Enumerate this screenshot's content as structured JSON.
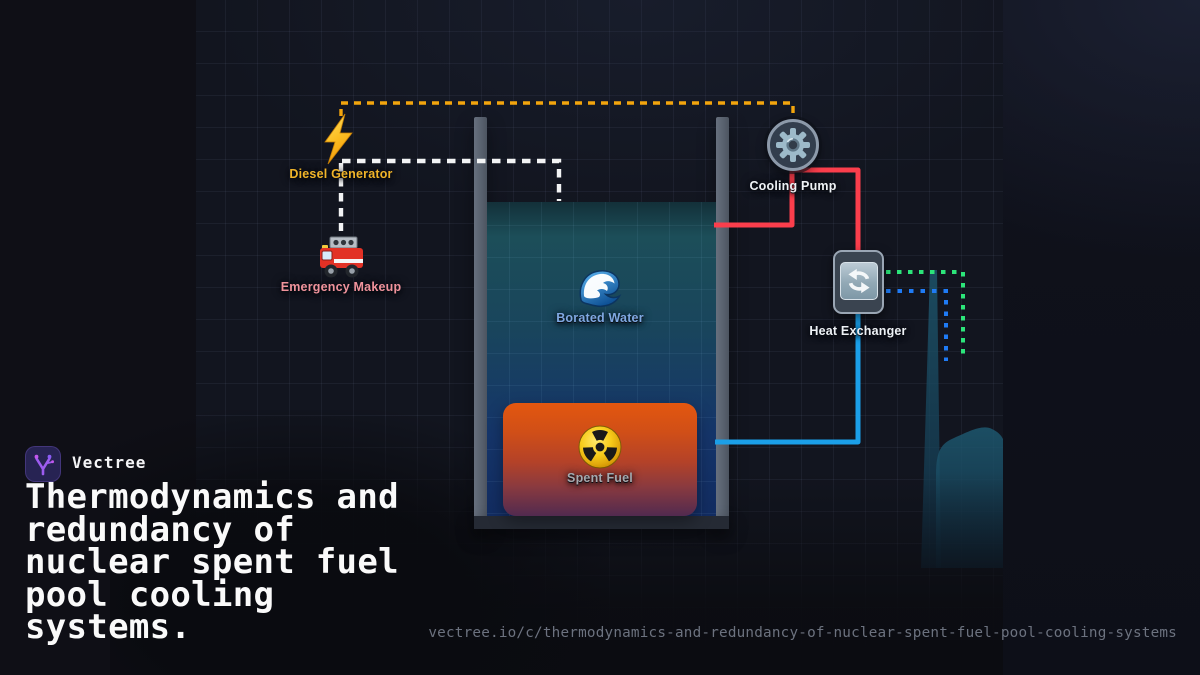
{
  "brand": {
    "name": "Vectree",
    "logo_bg": "#272353",
    "logo_glyph_color": "#9d5cf0"
  },
  "title": {
    "text": "Thermodynamics and redundancy of nuclear spent fuel pool cooling systems.",
    "lines": [
      "Thermodynamics and",
      "redundancy of",
      "nuclear spent fuel",
      "pool cooling",
      "systems."
    ]
  },
  "footer_url": "vectree.io/c/thermodynamics-and-redundancy-of-nuclear-spent-fuel-pool-cooling-systems",
  "diagram": {
    "nodes": [
      {
        "id": "diesel-generator",
        "label": "Diesel Generator",
        "icon": "lightning-bolt-icon",
        "label_color": "#f0b429"
      },
      {
        "id": "emergency-makeup",
        "label": "Emergency Makeup",
        "icon": "fire-truck-icon",
        "label_color": "#f0939c"
      },
      {
        "id": "cooling-pump",
        "label": "Cooling Pump",
        "icon": "gear-icon",
        "label_color": "#eef2f6"
      },
      {
        "id": "heat-exchanger",
        "label": "Heat Exchanger",
        "icon": "recycle-arrows-icon",
        "label_color": "#eef2f6"
      },
      {
        "id": "borated-water",
        "label": "Borated Water",
        "icon": "water-wave-icon",
        "label_color": "#80a9e3"
      },
      {
        "id": "spent-fuel",
        "label": "Spent Fuel",
        "icon": "radioactive-icon",
        "label_color": "#a6a9ae"
      }
    ],
    "edges": [
      {
        "id": "diesel-to-cooling-pump",
        "style": "dashed",
        "color": "#f3a50d"
      },
      {
        "id": "diesel-to-pool-makeup",
        "style": "dashed",
        "color": "#f2f3f4"
      },
      {
        "id": "diesel-to-emergency-makeup",
        "style": "dashed",
        "color": "#f2f3f4"
      },
      {
        "id": "pool-to-pump-to-exchanger-hot-leg",
        "style": "solid",
        "color": "#fb3e4c"
      },
      {
        "id": "exchanger-to-pool-cold-leg",
        "style": "solid",
        "color": "#1b9fe8"
      },
      {
        "id": "exchanger-heat-rejection-out",
        "style": "dotted",
        "color": "#2ce57a"
      },
      {
        "id": "exchanger-heat-rejection-return",
        "style": "dotted",
        "color": "#1f7bf5"
      }
    ],
    "pool": {
      "water_color_top": "#1c4e59",
      "water_color_bottom": "#122c61",
      "wall_color": "#59626f"
    }
  }
}
